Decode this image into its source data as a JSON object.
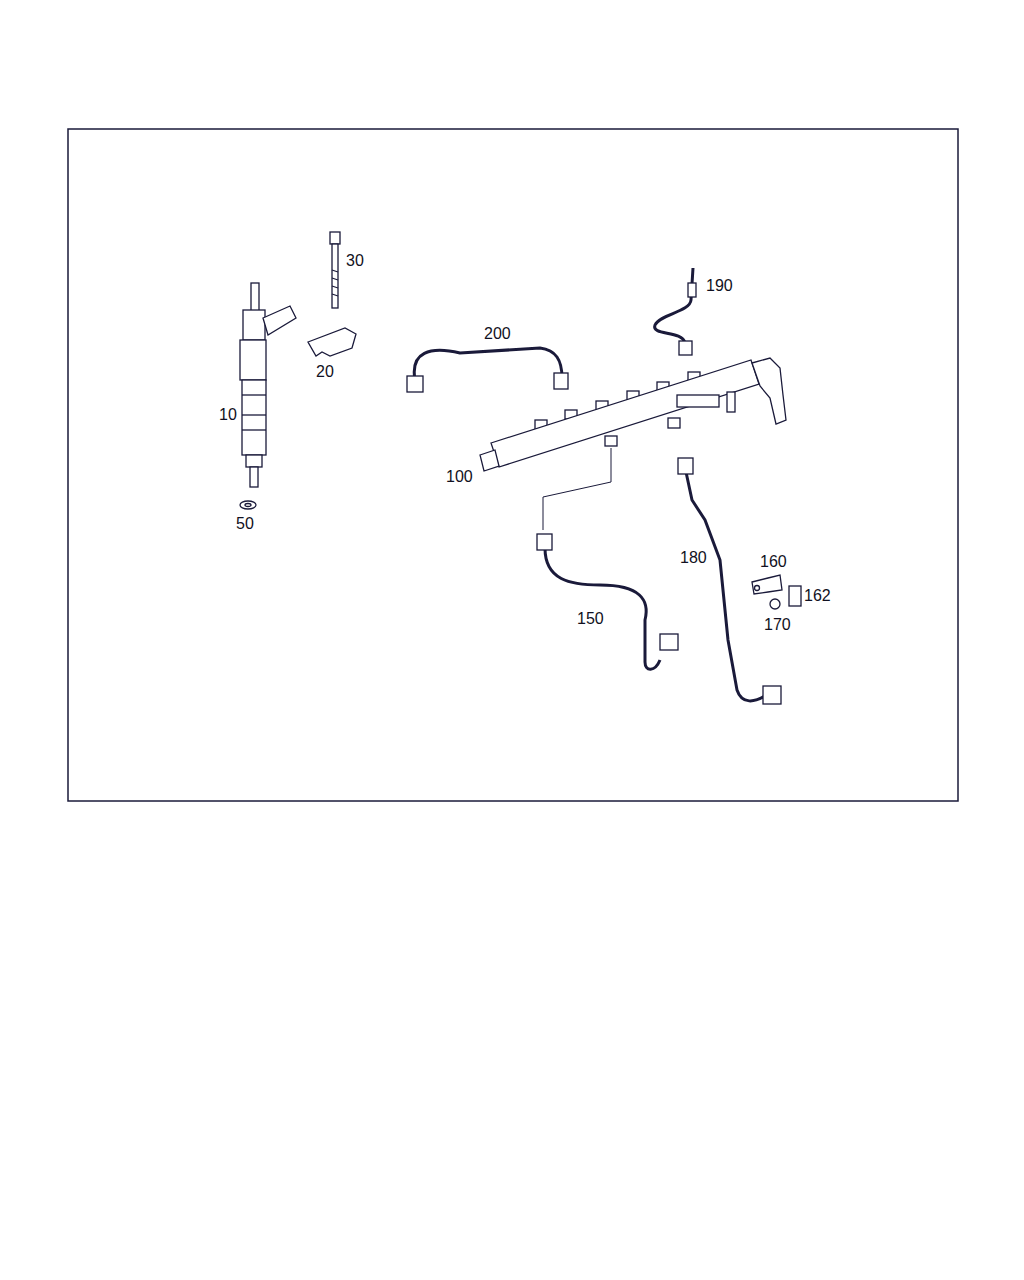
{
  "diagram": {
    "labels": [
      "30",
      "190",
      "200",
      "20",
      "10",
      "100",
      "50",
      "180",
      "160",
      "162",
      "150",
      "170"
    ]
  }
}
